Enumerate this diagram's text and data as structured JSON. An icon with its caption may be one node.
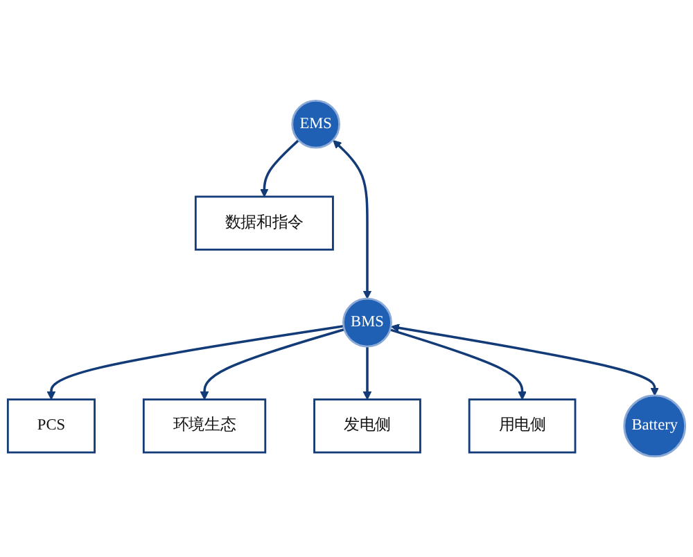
{
  "diagram": {
    "nodes": [
      {
        "text": [
          "数据和指令"
        ]
      },
      {
        "text": [
          "PCS"
        ]
      },
      {
        "text": [
          "EMS"
        ]
      },
      {
        "text": [
          "环境生态"
        ]
      },
      {
        "text": [
          "BMS"
        ]
      },
      {
        "text": [
          "发电侧"
        ]
      },
      {
        "text": [
          "用电侧"
        ]
      },
      {
        "text": [
          "Battery"
        ]
      }
    ],
    "edges": [
      {
        "from": 2,
        "to": 0,
        "arrow": "to"
      },
      {
        "from": 2,
        "to": 4,
        "arrow": "both"
      },
      {
        "from": 4,
        "to": 1,
        "arrow": "to"
      },
      {
        "from": 4,
        "to": 3,
        "arrow": "to"
      },
      {
        "from": 4,
        "to": 5,
        "arrow": "to"
      },
      {
        "from": 4,
        "to": 6,
        "arrow": "to"
      },
      {
        "from": 4,
        "to": 7,
        "arrow": "both"
      }
    ]
  }
}
